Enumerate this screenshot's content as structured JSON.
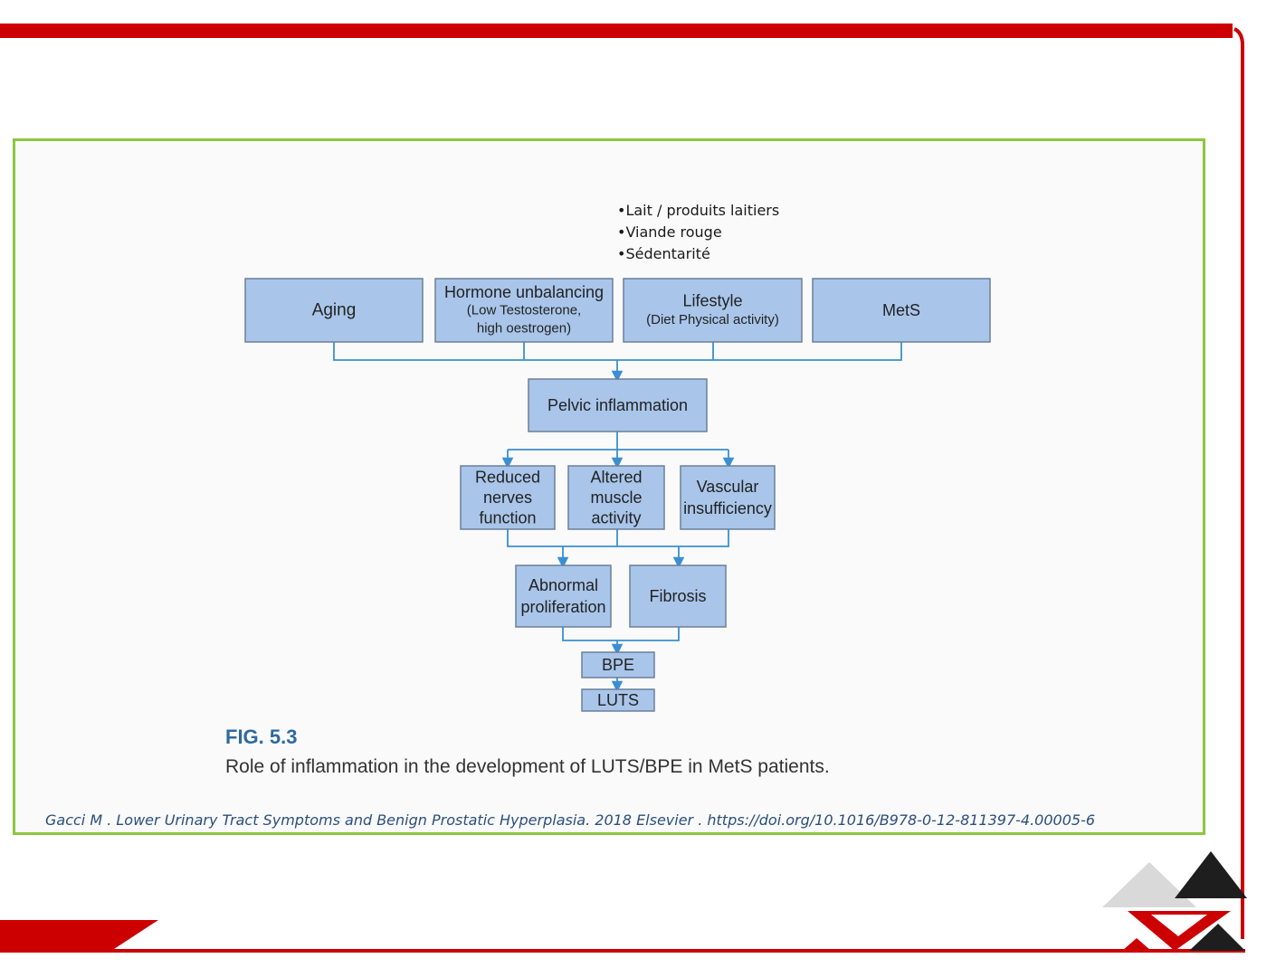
{
  "theme": {
    "accent_red": "#cc0000",
    "frame_green": "#8cc63f",
    "box_fill": "#a9c6ea",
    "box_stroke": "#6b7f9a",
    "connector": "#3b8fd0",
    "fig_blue": "#2e6a9e"
  },
  "bullets": [
    "•Lait / produits laitiers",
    "•Viande rouge",
    "•Sédentarité"
  ],
  "diagram": {
    "causes": [
      {
        "lines": [
          "Aging"
        ]
      },
      {
        "lines": [
          "Hormone unbalancing",
          "(Low Testosterone,",
          "high oestrogen)"
        ]
      },
      {
        "lines": [
          "Lifestyle",
          "(Diet Physical activity)"
        ]
      },
      {
        "lines": [
          "MetS"
        ]
      }
    ],
    "central": {
      "lines": [
        "Pelvic inflammation"
      ]
    },
    "mechanisms": [
      {
        "lines": [
          "Reduced",
          "nerves",
          "function"
        ]
      },
      {
        "lines": [
          "Altered",
          "muscle",
          "activity"
        ]
      },
      {
        "lines": [
          "Vascular",
          "insufficiency"
        ]
      }
    ],
    "outcomes": [
      {
        "lines": [
          "Abnormal",
          "proliferation"
        ]
      },
      {
        "lines": [
          "Fibrosis"
        ]
      }
    ],
    "bpe": {
      "lines": [
        "BPE"
      ]
    },
    "luts": {
      "lines": [
        "LUTS"
      ]
    }
  },
  "figure": {
    "label": "FIG. 5.3",
    "caption": "Role of inflammation in the development of LUTS/BPE in MetS patients."
  },
  "citation": "Gacci M . Lower Urinary Tract Symptoms and Benign Prostatic Hyperplasia. 2018 Elsevier . https://doi.org/10.1016/B978-0-12-811397-4.00005-6"
}
